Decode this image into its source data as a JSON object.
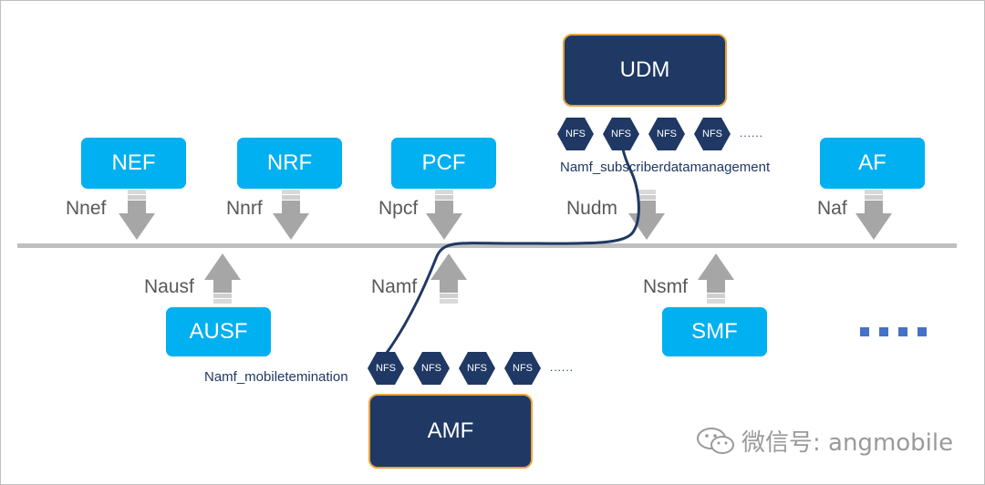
{
  "functions": {
    "nef": "NEF",
    "nrf": "NRF",
    "pcf": "PCF",
    "af": "AF",
    "ausf": "AUSF",
    "smf": "SMF",
    "udm": "UDM",
    "amf": "AMF"
  },
  "interfaces": {
    "nnef": "Nnef",
    "nnrf": "Nnrf",
    "npcf": "Npcf",
    "nudm": "Nudm",
    "naf": "Naf",
    "nausf": "Nausf",
    "namf": "Namf",
    "nsmf": "Nsmf"
  },
  "nfs_label": "NFS",
  "ellipsis": "......",
  "services": {
    "udm": "Namf_subscriberdatamanagement",
    "amf": "Namf_mobiletemination"
  },
  "watermark": "微信号: angmobile",
  "colors": {
    "nf_box": "#00b0f0",
    "core_box": "#1f3864",
    "core_border": "#e8a33a",
    "arrow": "#a6a6a6",
    "bus": "#bfbfbf",
    "link": "#1f3864"
  }
}
